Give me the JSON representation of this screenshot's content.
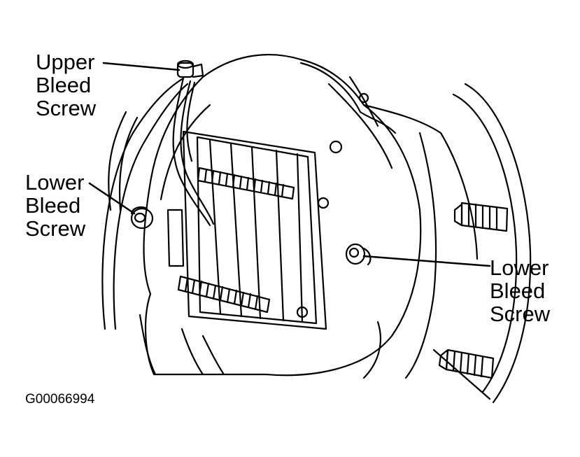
{
  "callouts": {
    "upper": [
      "Upper",
      "Bleed",
      "Screw"
    ],
    "lower_left": [
      "Lower",
      "Bleed",
      "Screw"
    ],
    "lower_right": [
      "Lower",
      "Bleed",
      "Screw"
    ]
  },
  "figure_id": "G00066994",
  "colors": {
    "ink": "#000000",
    "paper": "#ffffff"
  }
}
